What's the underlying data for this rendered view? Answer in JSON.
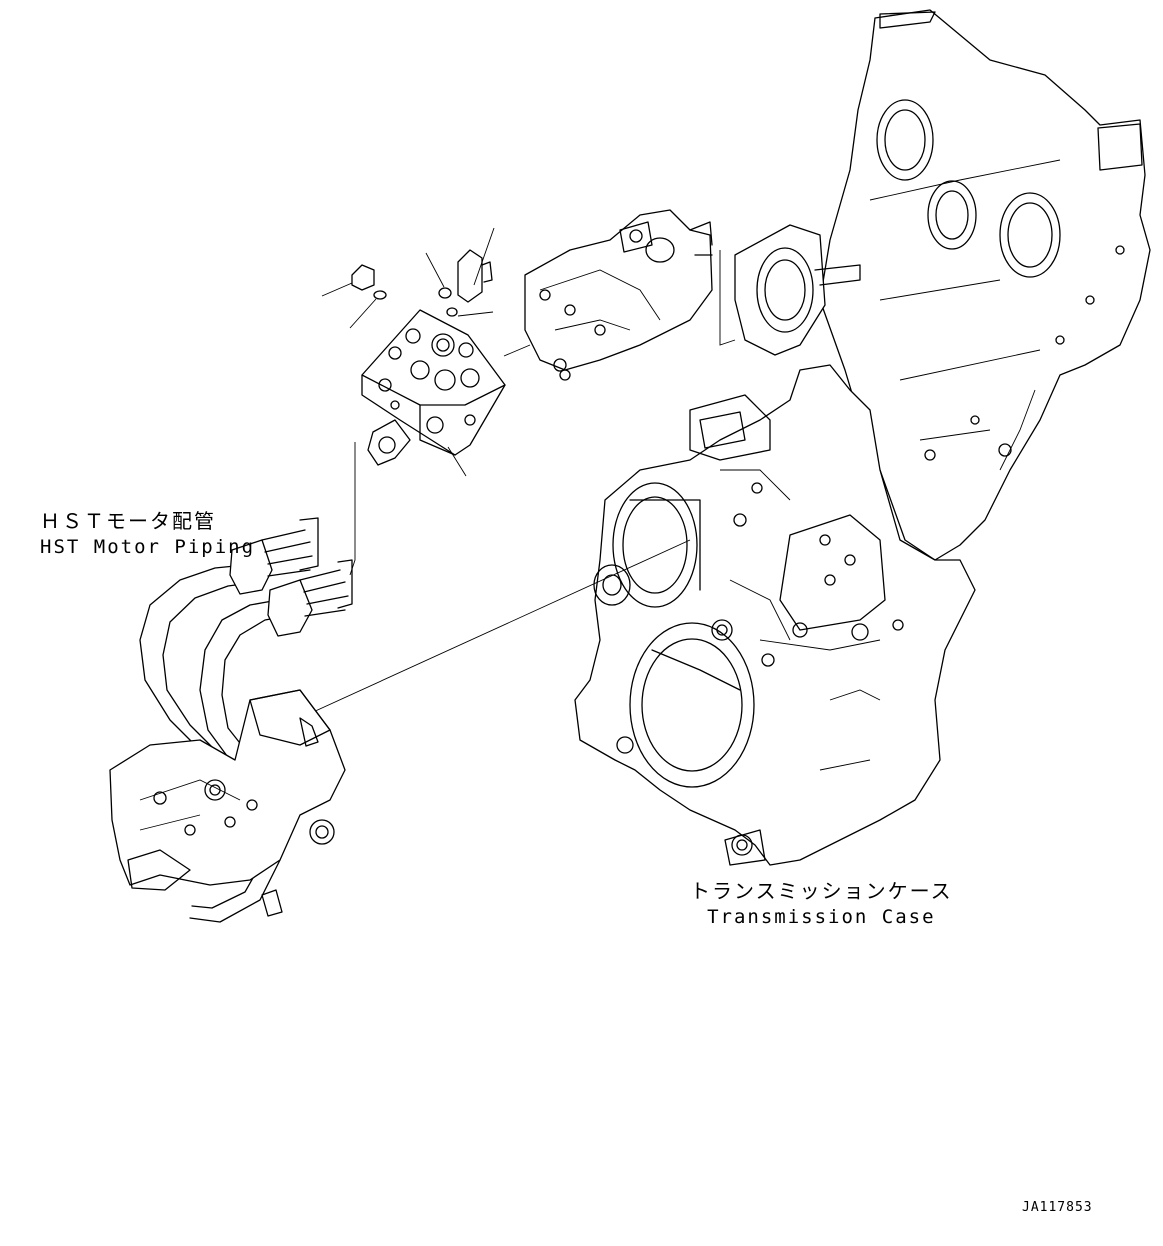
{
  "labels": {
    "hst_motor_piping_jp": "ＨＳＴモータ配管",
    "hst_motor_piping_en": "HST Motor Piping",
    "transmission_case_jp": "トランスミッションケース",
    "transmission_case_en": "Transmission Case",
    "drawing_code": "JA117853"
  },
  "colors": {
    "line": "#000000",
    "background": "#ffffff"
  }
}
